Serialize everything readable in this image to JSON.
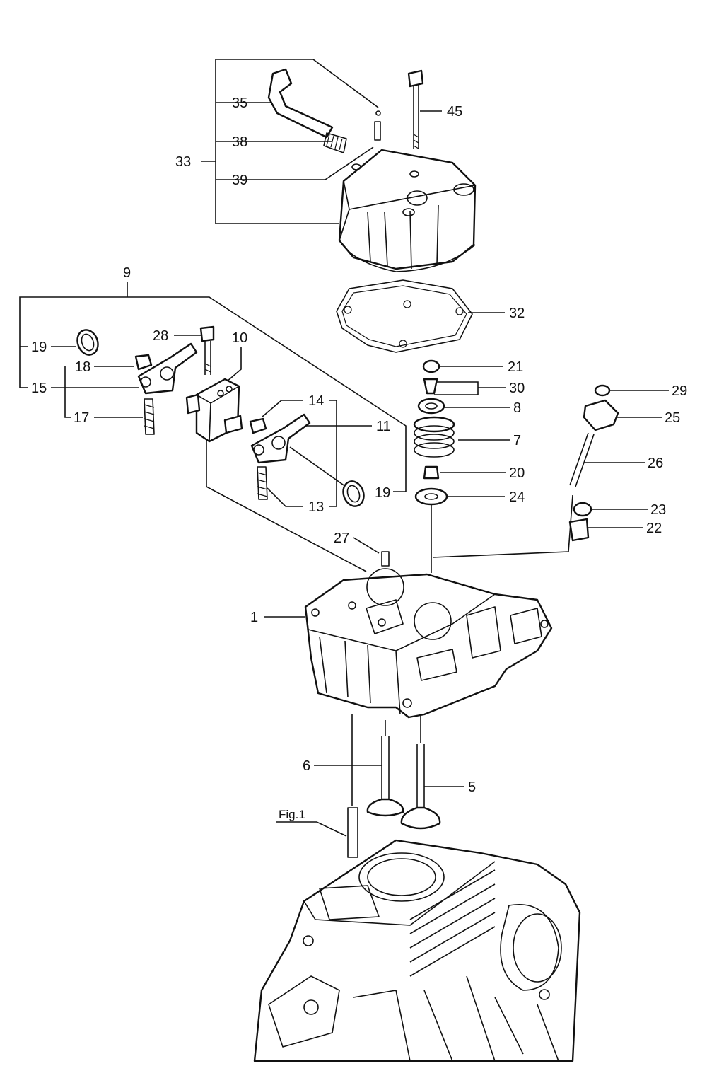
{
  "figure_label": "Fig.1",
  "callouts": {
    "c1": "1",
    "c5": "5",
    "c6": "6",
    "c7": "7",
    "c8": "8",
    "c9": "9",
    "c10": "10",
    "c11": "11",
    "c13": "13",
    "c14": "14",
    "c15": "15",
    "c17": "17",
    "c18": "18",
    "c19a": "19",
    "c19b": "19",
    "c20": "20",
    "c21": "21",
    "c22": "22",
    "c23": "23",
    "c24": "24",
    "c25": "25",
    "c26": "26",
    "c27": "27",
    "c28": "28",
    "c29": "29",
    "c30": "30",
    "c32": "32",
    "c33": "33",
    "c35": "35",
    "c38": "38",
    "c39": "39",
    "c45": "45"
  }
}
